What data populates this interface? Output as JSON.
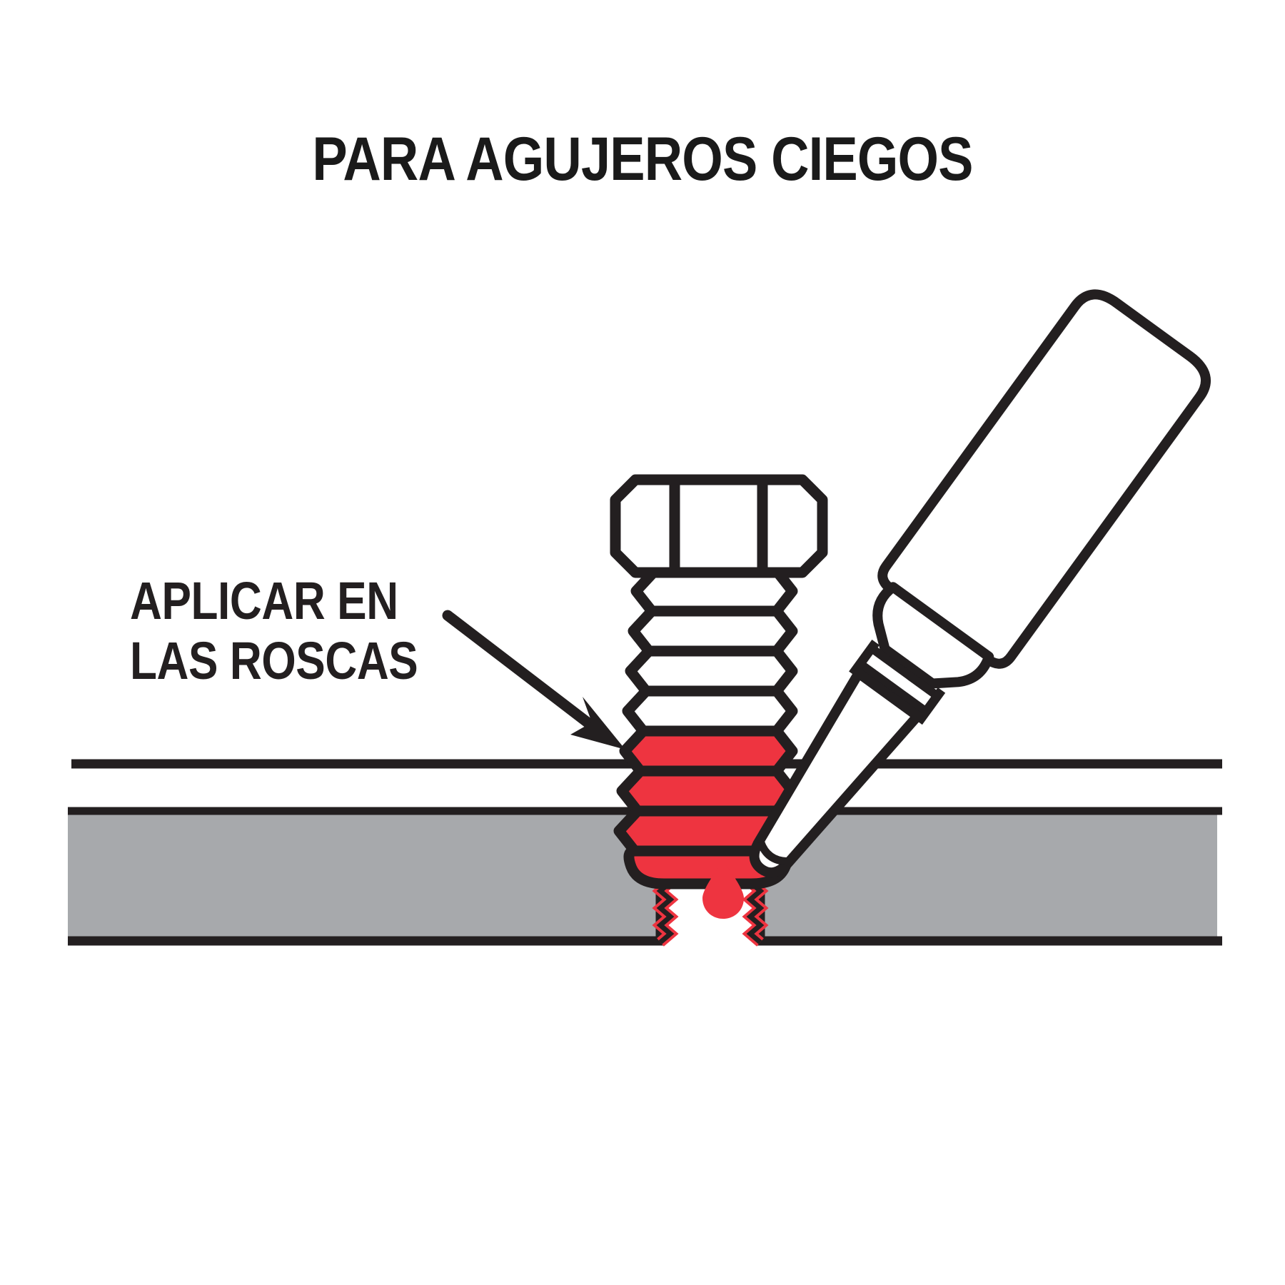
{
  "title": "PARA AGUJEROS CIEGOS",
  "callout": {
    "line1": "APLICAR EN",
    "line2": "LAS ROSCAS"
  },
  "colors": {
    "background": "#ffffff",
    "ink": "#231f20",
    "adhesive_red": "#ee3440",
    "plate_gray": "#a7a9ac",
    "plate_top_white": "#ffffff"
  },
  "illustration": {
    "type": "technical-instruction-diagram",
    "bolt": {
      "name": "hex-head-bolt",
      "head_style": "hexagonal",
      "thread_turns_total": 8,
      "thread_turns_coated": 4,
      "coating_color": "#ee3440",
      "coating_label": "threadlocker adhesive on lower threads"
    },
    "bottle": {
      "name": "adhesive-applicator-bottle",
      "orientation": "tilted, nozzle pointing down-left",
      "fill": "#ffffff",
      "outline": "#231f20"
    },
    "droplet": {
      "name": "adhesive-droplet",
      "color": "#ee3440"
    },
    "workpiece": {
      "name": "plate-with-blind-hole",
      "body_color": "#a7a9ac",
      "top_band_color": "#ffffff",
      "hole_type": "blind-threaded-hole",
      "internal_thread_color": "#ee3440"
    },
    "arrow": {
      "name": "callout-arrow",
      "direction": "points down-right toward coated threads",
      "color": "#231f20"
    }
  }
}
